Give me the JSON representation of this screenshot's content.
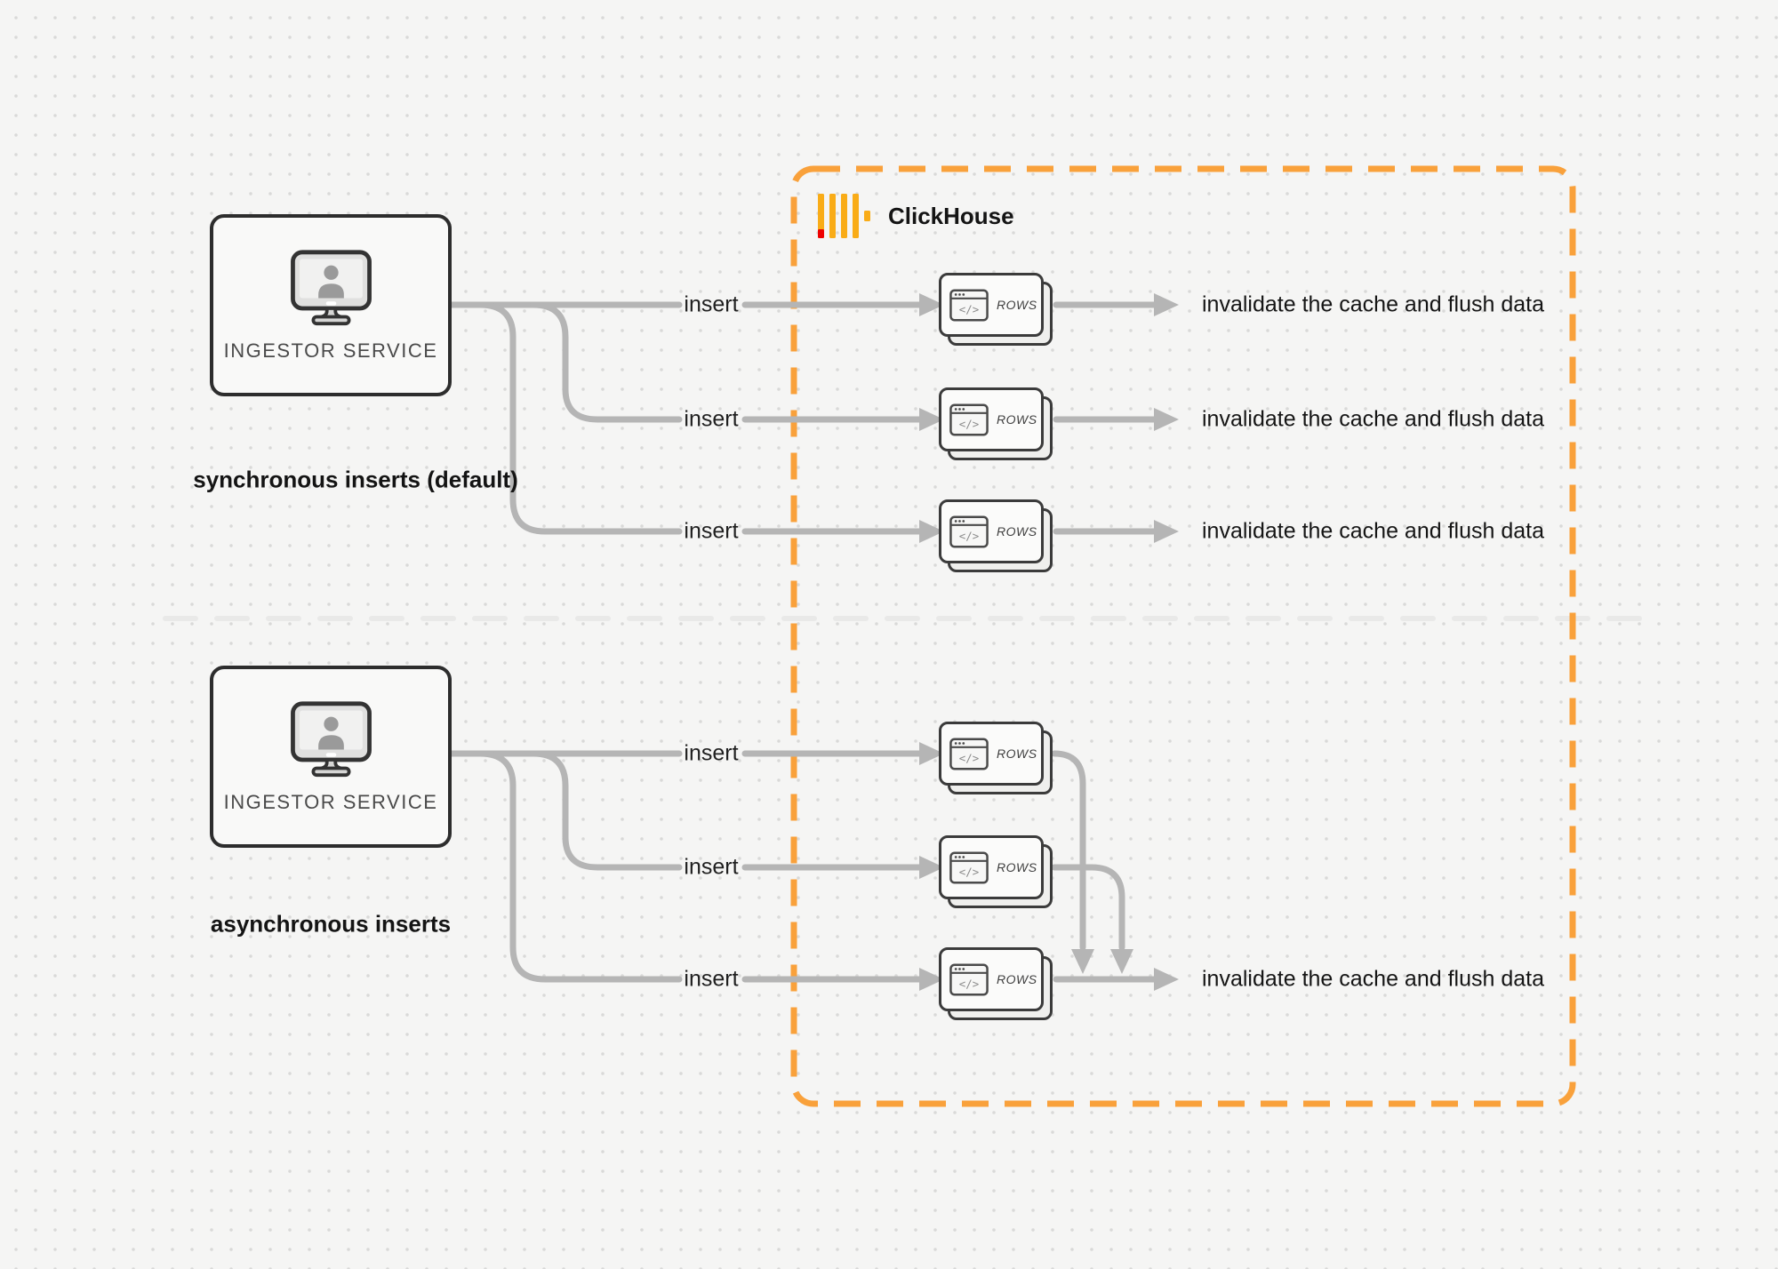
{
  "clickhouse": {
    "label": "ClickHouse"
  },
  "sync": {
    "service_label": "INGESTOR SERVICE",
    "caption": "synchronous inserts (default)",
    "rows": [
      {
        "insert": "insert",
        "card": "ROWS",
        "result": "invalidate the cache and flush data"
      },
      {
        "insert": "insert",
        "card": "ROWS",
        "result": "invalidate the cache and flush data"
      },
      {
        "insert": "insert",
        "card": "ROWS",
        "result": "invalidate the cache and flush data"
      }
    ]
  },
  "async": {
    "service_label": "INGESTOR SERVICE",
    "caption": "asynchronous inserts",
    "rows": [
      {
        "insert": "insert",
        "card": "ROWS"
      },
      {
        "insert": "insert",
        "card": "ROWS"
      },
      {
        "insert": "insert",
        "card": "ROWS",
        "result": "invalidate the cache and flush data"
      }
    ]
  },
  "icons": {
    "code_glyph": "</>"
  },
  "colors": {
    "accent_orange": "#F9A13B",
    "logo_bar_yellow": "#F9AC17",
    "logo_red": "#EE0000",
    "connector_gray": "#B5B5B5",
    "divider_gray": "#E9E9E8"
  }
}
